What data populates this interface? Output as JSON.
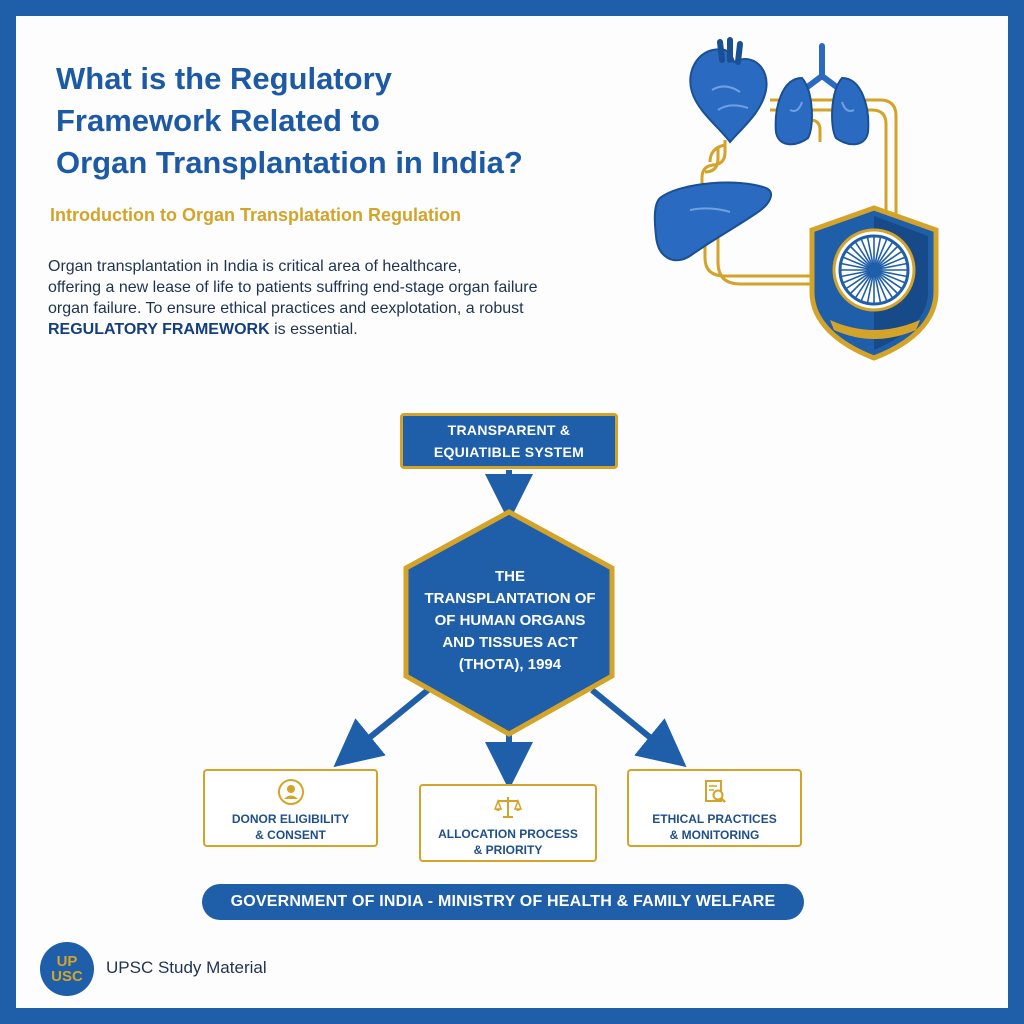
{
  "header": {
    "title_lines": [
      "What is the Regulatory",
      "Framework Related to",
      "Organ Transplantation in India?"
    ],
    "subtitle": "Introduction to Organ Transplatation Regulation",
    "intro_lines": [
      "Organ transplantation in India is critical area of healthcare,",
      "offering a new lease of life to patients suffring end-stage organ failure",
      "organ failure. To ensure ethical practices and eexplotation, a robust"
    ],
    "intro_emphasis": "REGULATORY FRAMEWORK",
    "intro_tail": " is essential."
  },
  "illustration": {
    "icons": [
      "heart-icon",
      "lungs-icon",
      "liver-icon",
      "shield-icon",
      "ashoka-chakra-icon"
    ]
  },
  "flow": {
    "top_box_lines": [
      "TRANSPARENT &",
      "EQUIATIBLE SYSTEM"
    ],
    "center_lines": [
      "THE",
      "TRANSPLANTATION OF",
      "OF HUMAN ORGANS",
      "AND TISSUES ACT",
      "(THOTA), 1994"
    ],
    "cards": [
      {
        "icon": "person-icon",
        "lines": [
          "DONOR ELIGIBILITY",
          "& CONSENT"
        ]
      },
      {
        "icon": "scales-icon",
        "lines": [
          "ALLOCATION PROCESS",
          "& PRIORITY"
        ]
      },
      {
        "icon": "document-search-icon",
        "lines": [
          "ETHICAL PRACTICES",
          "& MONITORING"
        ]
      }
    ]
  },
  "footer": {
    "banner": "GOVERNMENT OF INDIA - MINISTRY OF HEALTH & FAMILY WELFARE",
    "logo_lines": [
      "UP",
      "USC"
    ],
    "logo_text": "UPSC Study Material"
  },
  "colors": {
    "primary_blue": "#1f5ea8",
    "gold": "#d4a42a",
    "text_dark": "#1f3350"
  }
}
